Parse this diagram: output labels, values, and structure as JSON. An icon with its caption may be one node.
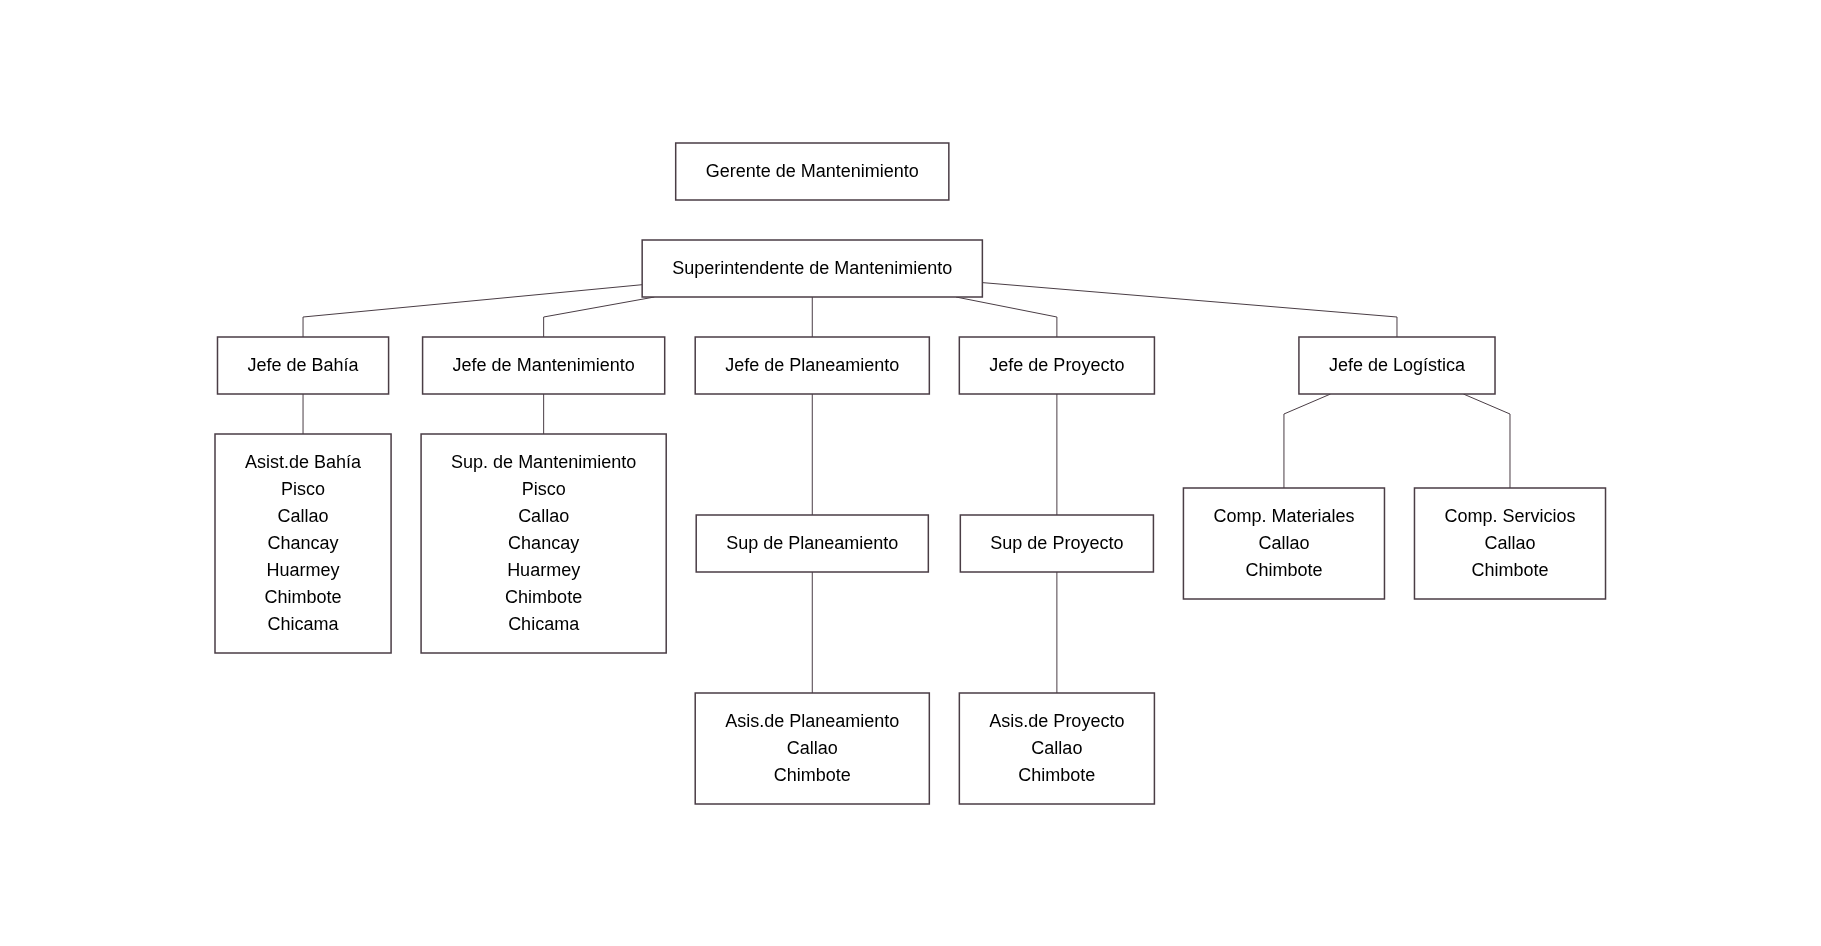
{
  "diagram": {
    "nodes": [
      {
        "text": [
          "Gerente de Mantenimiento"
        ]
      },
      {
        "text": [
          "Superintendente de Mantenimiento"
        ]
      },
      {
        "text": [
          "Jefe de Bahía"
        ]
      },
      {
        "text": [
          "Jefe de Mantenimiento"
        ]
      },
      {
        "text": [
          "Jefe de Planeamiento"
        ]
      },
      {
        "text": [
          "Jefe de Proyecto"
        ]
      },
      {
        "text": [
          "Jefe de Logística"
        ]
      },
      {
        "text": [
          "Asist.de Bahía",
          "Pisco",
          "Callao",
          "Chancay",
          "Huarmey",
          "Chimbote",
          "Chicama"
        ]
      },
      {
        "text": [
          "Sup. de Mantenimiento",
          "Pisco",
          "Callao",
          "Chancay",
          "Huarmey",
          "Chimbote",
          "Chicama"
        ]
      },
      {
        "text": [
          "Sup de Planeamiento"
        ]
      },
      {
        "text": [
          "Asis.de Planeamiento",
          "Callao",
          "Chimbote"
        ]
      },
      {
        "text": [
          "Sup de Proyecto"
        ]
      },
      {
        "text": [
          "Asis.de Proyecto",
          "Callao",
          "Chimbote"
        ]
      },
      {
        "text": [
          "Comp. Materiales",
          "Callao",
          "Chimbote"
        ]
      },
      {
        "text": [
          "Comp. Servicios",
          "Callao",
          "Chimbote"
        ]
      }
    ],
    "edges": [
      {
        "from": 1,
        "to": 2,
        "arrow": "none"
      },
      {
        "from": 1,
        "to": 3,
        "arrow": "none"
      },
      {
        "from": 1,
        "to": 4,
        "arrow": "none"
      },
      {
        "from": 1,
        "to": 5,
        "arrow": "none"
      },
      {
        "from": 1,
        "to": 6,
        "arrow": "none"
      },
      {
        "from": 2,
        "to": 7,
        "arrow": "none"
      },
      {
        "from": 3,
        "to": 8,
        "arrow": "none"
      },
      {
        "from": 4,
        "to": 9,
        "arrow": "none"
      },
      {
        "from": 9,
        "to": 10,
        "arrow": "none"
      },
      {
        "from": 5,
        "to": 11,
        "arrow": "none"
      },
      {
        "from": 11,
        "to": 12,
        "arrow": "none"
      },
      {
        "from": 6,
        "to": 13,
        "arrow": "none"
      },
      {
        "from": 6,
        "to": 14,
        "arrow": "none"
      }
    ]
  }
}
